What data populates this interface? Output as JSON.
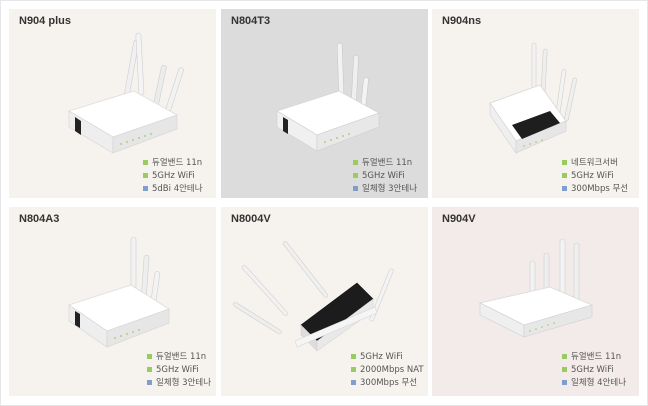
{
  "colors": {
    "green_bullet": "#9acb5f",
    "blue_bullet": "#7f9ecb"
  },
  "products": [
    {
      "name": "N904 plus",
      "background": "#f6f3ee",
      "features": [
        {
          "text": "듀얼밴드 11n",
          "bullet": "green"
        },
        {
          "text": "5GHz WiFi",
          "bullet": "green"
        },
        {
          "text": "5dBi 4안테나",
          "bullet": "blue"
        }
      ]
    },
    {
      "name": "N804T3",
      "background": "#dcdcdc",
      "features": [
        {
          "text": "듀얼밴드 11n",
          "bullet": "green"
        },
        {
          "text": "5GHz WiFi",
          "bullet": "green"
        },
        {
          "text": "일체형 3안테나",
          "bullet": "blue"
        }
      ]
    },
    {
      "name": "N904ns",
      "background": "#f6f3ee",
      "features": [
        {
          "text": "네트워크서버",
          "bullet": "green"
        },
        {
          "text": "5GHz WiFi",
          "bullet": "green"
        },
        {
          "text": "300Mbps 무선",
          "bullet": "blue"
        }
      ]
    },
    {
      "name": "N804A3",
      "background": "#f6f3ee",
      "features": [
        {
          "text": "듀얼밴드 11n",
          "bullet": "green"
        },
        {
          "text": "5GHz WiFi",
          "bullet": "green"
        },
        {
          "text": "일체형 3안테나",
          "bullet": "blue"
        }
      ]
    },
    {
      "name": "N8004V",
      "background": "#f6f3ee",
      "features": [
        {
          "text": "5GHz WiFi",
          "bullet": "green"
        },
        {
          "text": "2000Mbps NAT",
          "bullet": "green"
        },
        {
          "text": "300Mbps 무선",
          "bullet": "blue"
        }
      ]
    },
    {
      "name": "N904V",
      "background": "#f3ebea",
      "features": [
        {
          "text": "듀얼밴드 11n",
          "bullet": "green"
        },
        {
          "text": "5GHz WiFi",
          "bullet": "green"
        },
        {
          "text": "일체형 4안테나",
          "bullet": "blue"
        }
      ]
    }
  ]
}
